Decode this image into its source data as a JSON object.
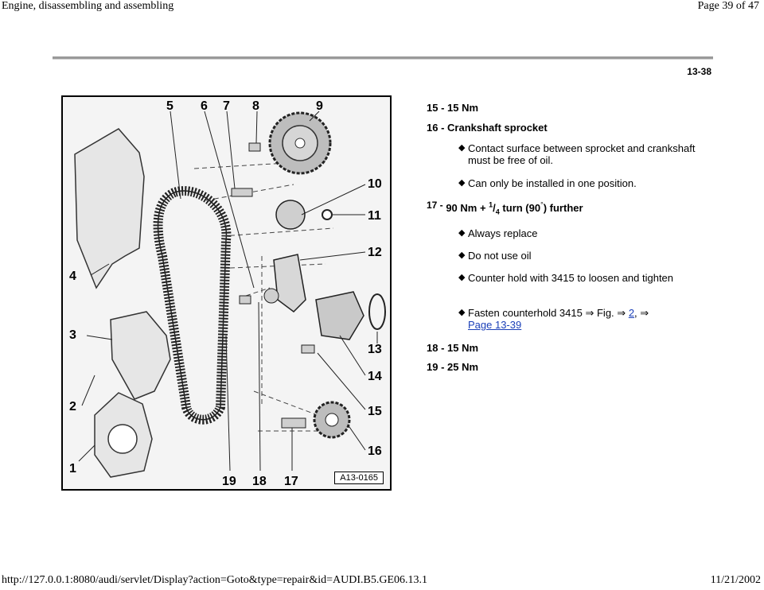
{
  "header": {
    "title": "Engine, disassembling and assembling",
    "page_indicator": "Page 39 of 47"
  },
  "page_label": "13-38",
  "figure": {
    "code": "A13-0165",
    "callouts": [
      "1",
      "2",
      "3",
      "4",
      "5",
      "6",
      "7",
      "8",
      "9",
      "10",
      "11",
      "12",
      "13",
      "14",
      "15",
      "16",
      "17",
      "18",
      "19"
    ]
  },
  "items": [
    {
      "label": "15 - 15 Nm"
    },
    {
      "label": "16 - Crankshaft sprocket"
    },
    {
      "label": "17 - 90 Nm + 1/4 turn (90°) further",
      "prefix": "17 -",
      "main": "90 Nm + ",
      "num": "1",
      "den": "4",
      "suffix": " turn (90",
      "deg": "°",
      "end": ") further"
    },
    {
      "label": "18 - 15 Nm"
    },
    {
      "label": "19 - 25 Nm"
    }
  ],
  "bullets": {
    "b1": "Contact surface between sprocket and crankshaft must be free of oil.",
    "b2": "Can only be installed in one position.",
    "b3": "Always replace",
    "b4": "Do not use oil",
    "b5": "Counter hold with 3415 to loosen and tighten",
    "b6_pre": "Fasten counterhold 3415",
    "b6_arrow": "⇒",
    "b6_fig": "Fig.",
    "b6_link1": "2",
    "b6_comma": ",",
    "b6_link2": "Page 13-39"
  },
  "footer": {
    "url": "http://127.0.0.1:8080/audi/servlet/Display?action=Goto&type=repair&id=AUDI.B5.GE06.13.1",
    "date": "11/21/2002"
  }
}
